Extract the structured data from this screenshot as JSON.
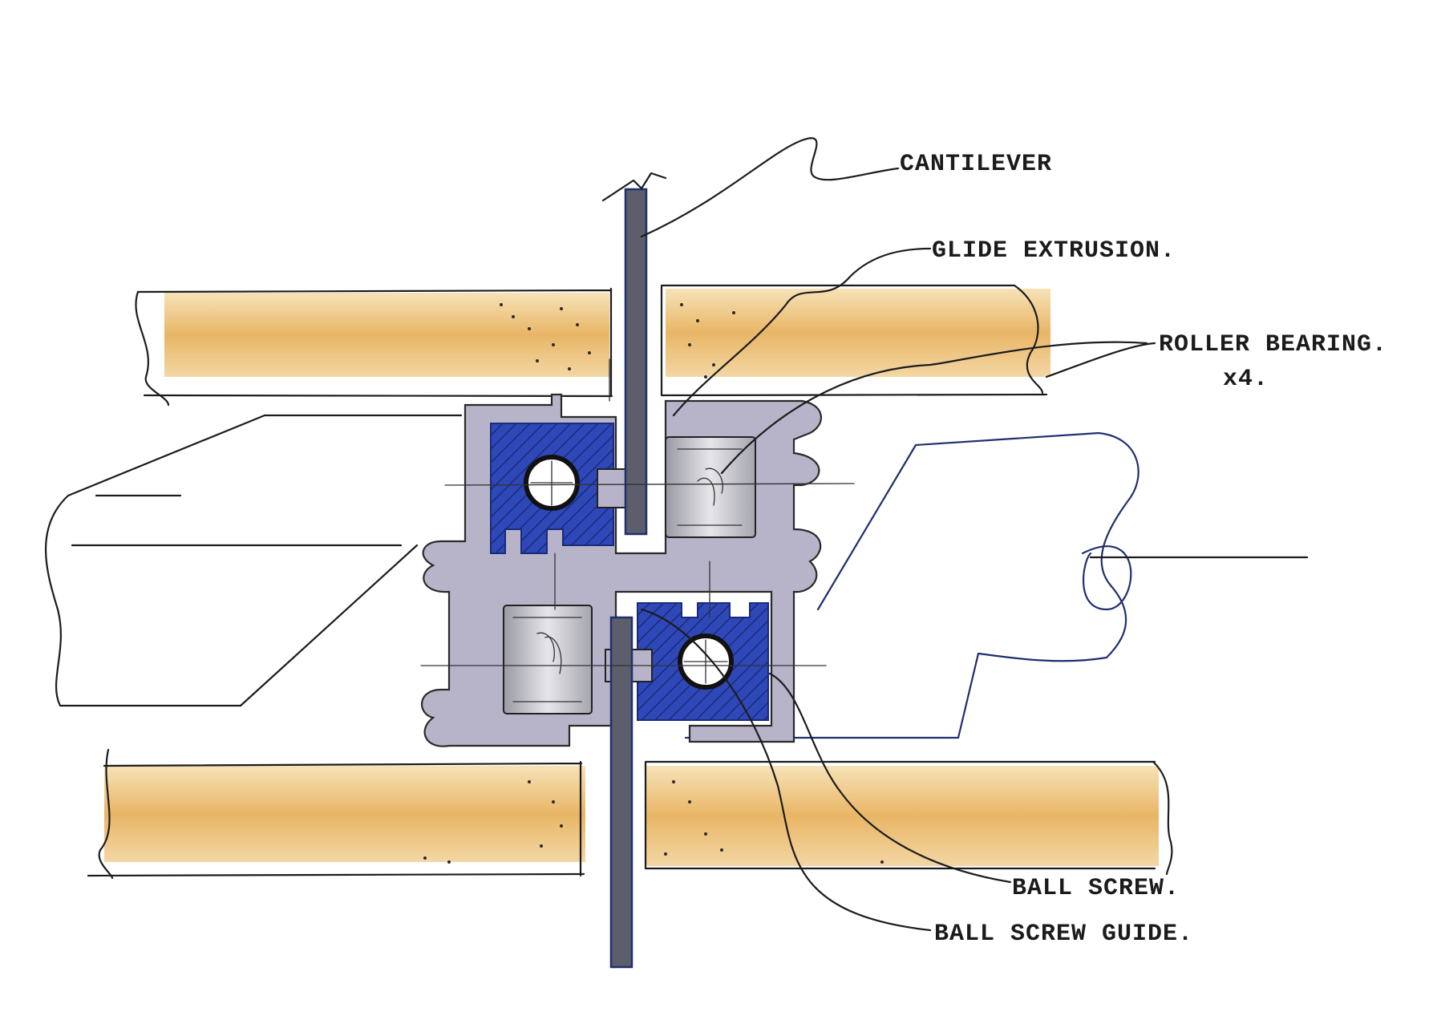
{
  "labels": {
    "cantilever": "CANTILEVER",
    "guide_extrusion": "GLIDE EXTRUSION.",
    "roller_bearing": "ROLLER BEARING.",
    "roller_bearing_qty": "x4.",
    "ball_screw": "BALL SCREW.",
    "ball_screw_guide": "BALL SCREW GUIDE."
  },
  "colors": {
    "timber": "#e3a94a",
    "timber_light": "#f4d39a",
    "extrusion": "#b7b3c9",
    "blue_block": "#2f48b8",
    "cantilever": "#5c5f6b",
    "ink": "#1c1c1c",
    "blue_ink": "#1f2f6e"
  }
}
